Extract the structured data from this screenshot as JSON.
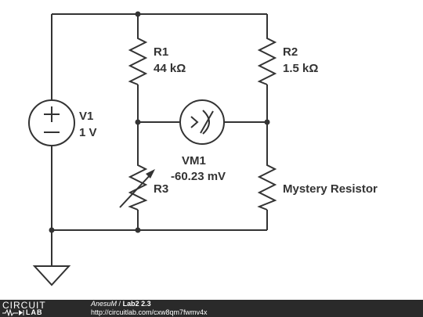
{
  "circuit": {
    "v1": {
      "name": "V1",
      "value": "1 V"
    },
    "r1": {
      "name": "R1",
      "value": "44 kΩ"
    },
    "r2": {
      "name": "R2",
      "value": "1.5 kΩ"
    },
    "r3": {
      "name": "R3"
    },
    "vm1": {
      "name": "VM1",
      "reading": "-60.23 mV"
    },
    "mystery": {
      "label": "Mystery Resistor"
    }
  },
  "footer": {
    "logo_top": "CIRCUIT",
    "logo_bottom": "LAB",
    "author": "AnesuM",
    "separator": "/",
    "title": "Lab2 2.3",
    "url": "http://circuitlab.com/cxw8qm7fwmv4x"
  }
}
